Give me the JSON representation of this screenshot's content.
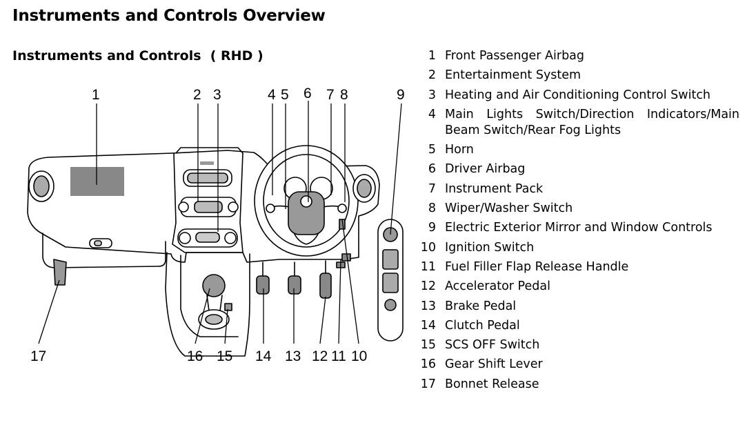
{
  "page": {
    "title": "Instruments and Controls Overview",
    "section_title": "Instruments and Controls  ( RHD )"
  },
  "callouts": [
    "1",
    "2",
    "3",
    "4",
    "5",
    "6",
    "7",
    "8",
    "9",
    "17",
    "16",
    "15",
    "14",
    "13",
    "12",
    "11",
    "10"
  ],
  "legend": [
    {
      "num": "1",
      "label": "Front Passenger Airbag"
    },
    {
      "num": "2",
      "label": "Entertainment System"
    },
    {
      "num": "3",
      "label": "Heating and Air Conditioning Control Switch"
    },
    {
      "num": "4",
      "label": "Main Lights Switch/Direction Indicators/Main Beam Switch/Rear Fog Lights"
    },
    {
      "num": "5",
      "label": "Horn"
    },
    {
      "num": "6",
      "label": "Driver Airbag"
    },
    {
      "num": "7",
      "label": "Instrument Pack"
    },
    {
      "num": "8",
      "label": "Wiper/Washer Switch"
    },
    {
      "num": "9",
      "label": "Electric Exterior Mirror and Window Controls"
    },
    {
      "num": "10",
      "label": "Ignition Switch"
    },
    {
      "num": "11",
      "label": "Fuel Filler Flap Release Handle"
    },
    {
      "num": "12",
      "label": "Accelerator Pedal"
    },
    {
      "num": "13",
      "label": "Brake Pedal"
    },
    {
      "num": "14",
      "label": "Clutch Pedal"
    },
    {
      "num": "15",
      "label": "SCS OFF Switch"
    },
    {
      "num": "16",
      "label": "Gear Shift Lever"
    },
    {
      "num": "17",
      "label": "Bonnet Release"
    }
  ]
}
